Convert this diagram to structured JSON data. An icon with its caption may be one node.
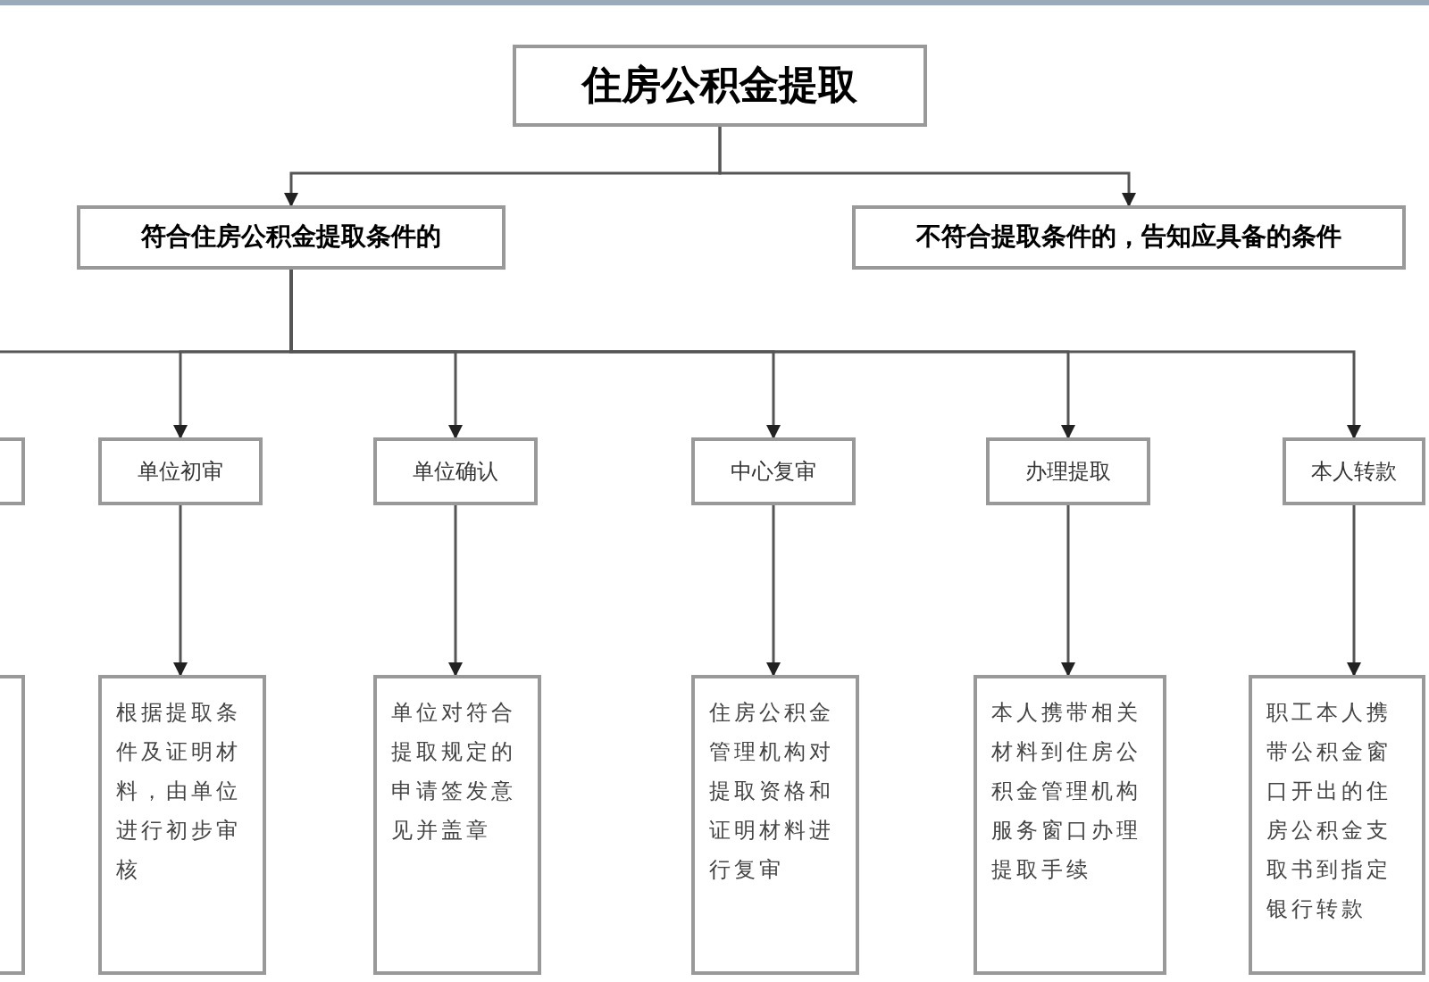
{
  "diagram": {
    "nodes": [
      {
        "text": [
          "住房公积金提取"
        ]
      },
      {
        "text": [
          "符合住房公积金提取条件的"
        ]
      },
      {
        "text": [
          "不符合提取条件的，告知应具备的条件"
        ]
      },
      {
        "text": [],
        "shape": "box"
      },
      {
        "text": [
          "单位初审"
        ]
      },
      {
        "text": [
          "单位确认"
        ]
      },
      {
        "text": [
          "中心复审"
        ]
      },
      {
        "text": [
          "办理提取"
        ]
      },
      {
        "text": [
          "本人转款"
        ]
      },
      {
        "text": [],
        "shape": "box"
      },
      {
        "text": [
          "根据提取条件及证明材料，由单位进行初步审核"
        ]
      },
      {
        "text": [
          "单位对符合提取规定的申请签发意见并盖章"
        ]
      },
      {
        "text": [
          "住房公积金管理机构对提取资格和证明材料进行复审"
        ]
      },
      {
        "text": [
          "本人携带相关材料到住房公积金管理机构服务窗口办理提取手续"
        ]
      },
      {
        "text": [
          "职工本人携带公积金窗口开出的住房公积金支取书到指定银行转款"
        ]
      }
    ],
    "edges": [
      {
        "from": 0,
        "to": 1,
        "arrow": "to"
      },
      {
        "from": 0,
        "to": 2,
        "arrow": "to"
      },
      {
        "from": 1,
        "to": 3,
        "arrow": "none"
      },
      {
        "from": 1,
        "to": 4,
        "arrow": "to"
      },
      {
        "from": 1,
        "to": 5,
        "arrow": "to"
      },
      {
        "from": 1,
        "to": 6,
        "arrow": "to"
      },
      {
        "from": 1,
        "to": 7,
        "arrow": "to"
      },
      {
        "from": 1,
        "to": 8,
        "arrow": "to"
      },
      {
        "from": 4,
        "to": 10,
        "arrow": "to"
      },
      {
        "from": 5,
        "to": 11,
        "arrow": "to"
      },
      {
        "from": 6,
        "to": 12,
        "arrow": "to"
      },
      {
        "from": 7,
        "to": 13,
        "arrow": "to"
      },
      {
        "from": 8,
        "to": 14,
        "arrow": "to"
      }
    ]
  }
}
